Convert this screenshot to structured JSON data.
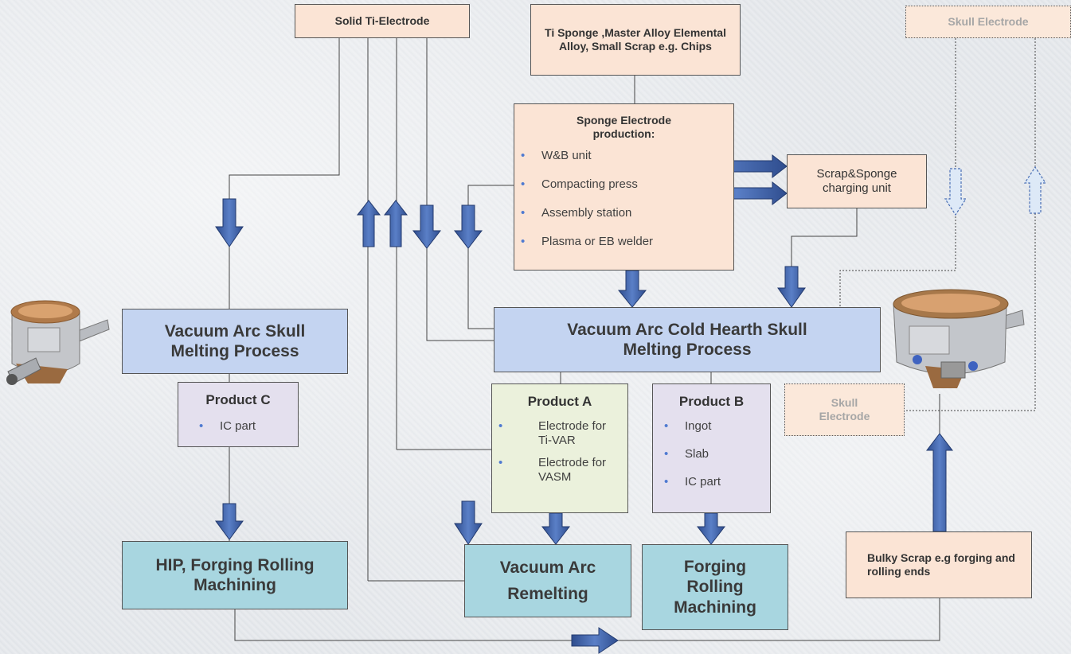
{
  "nodes": {
    "solid_ti_electrode": "Solid Ti-Electrode",
    "ti_sponge": "Ti Sponge ,Master Alloy Elemental Alloy, Small Scrap e.g. Chips",
    "skull_electrode_top": "Skull Electrode",
    "sponge_electrode": {
      "title": "Sponge Electrode production:",
      "items": [
        "W&B unit",
        "Compacting press",
        "Assembly station",
        "Plasma or EB welder"
      ]
    },
    "scrap_sponge": "Scrap&Sponge charging unit",
    "vasm": "Vacuum Arc Skull Melting Process",
    "vachsm": "Vacuum Arc Cold Hearth Skull Melting Process",
    "product_c": {
      "title": "Product C",
      "items": [
        "IC part"
      ]
    },
    "product_a": {
      "title": "Product A",
      "items": [
        "Electrode for Ti-VAR",
        "Electrode for VASM"
      ]
    },
    "product_b": {
      "title": "Product B",
      "items": [
        "Ingot",
        "Slab",
        "IC part"
      ]
    },
    "skull_electrode_mid": "Skull Electrode",
    "hip": "HIP, Forging Rolling Machining",
    "var_line1": "Vacuum Arc",
    "var_line2": "Remelting",
    "forging": "Forging Rolling Machining",
    "bulky_scrap": "Bulky Scrap e.g forging and rolling ends"
  },
  "colors": {
    "peach": "#fbe4d5",
    "process_blue": "#c4d4f1",
    "finishing_teal": "#a8d6e0",
    "product_lavender": "#e4e0ee",
    "product_green": "#ebf1dc",
    "arrow_fill": "#3d5fa6",
    "bullet": "#4f7ad1"
  },
  "icons": [
    "skull-melting-furnace-small",
    "skull-melting-furnace-large"
  ]
}
